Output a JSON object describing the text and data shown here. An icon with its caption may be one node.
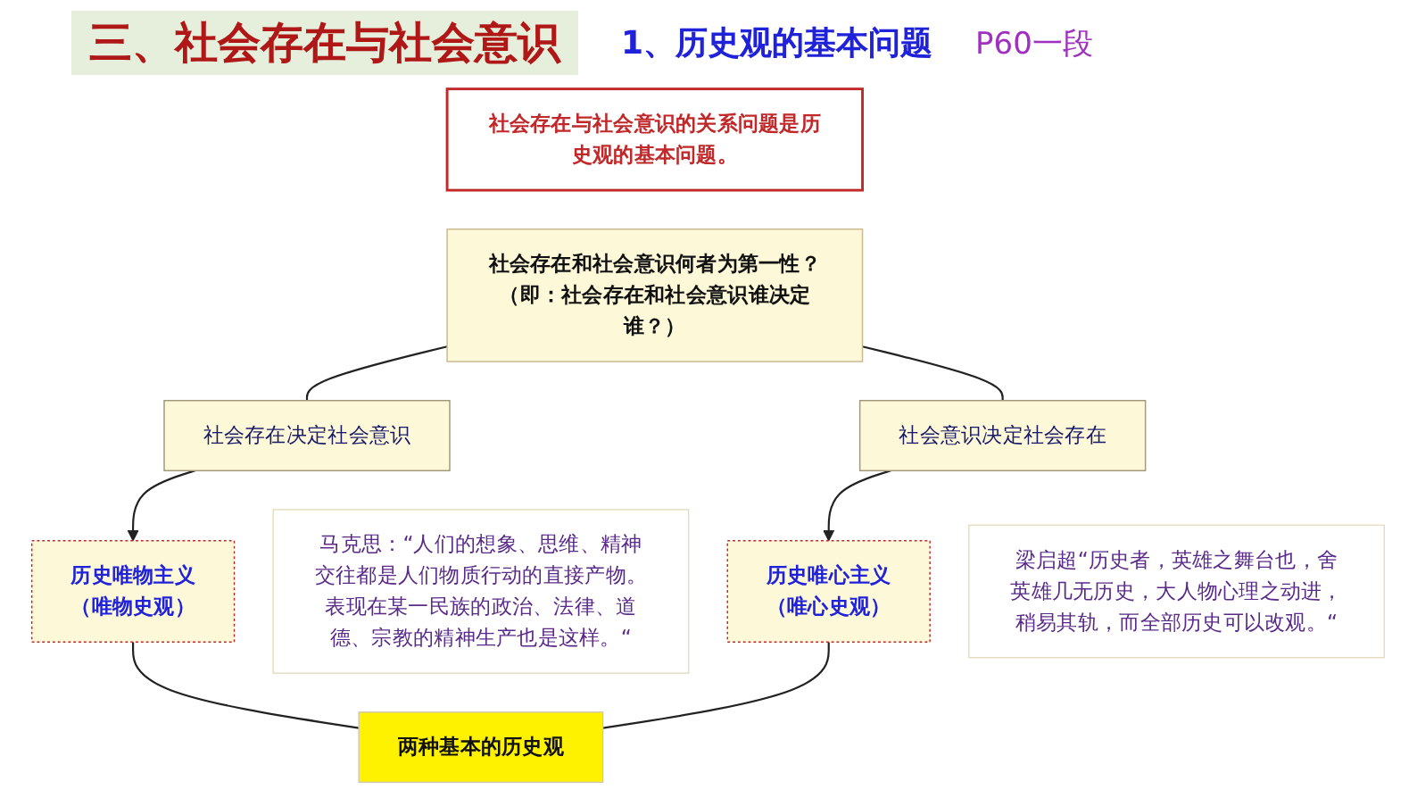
{
  "diagram": {
    "title": "三、社会存在与社会意识",
    "nodes": [
      {
        "text": [
          "社会存在与社会意识的关系问题是历史观的基本问题。"
        ]
      },
      {
        "text": [
          "社会存在和社会意识何者为第一性？",
          "（即：社会存在和社会意识谁决定谁？）"
        ]
      },
      {
        "text": [
          "社会存在决定社会意识"
        ]
      },
      {
        "text": [
          "社会意识决定社会存在"
        ]
      },
      {
        "text": [
          "马克思：“人们的想象、思维、精神交往都是人们物质行动的直接产物。表现在某一民族的政治、法律、道德、宗教的精神生产也是这样。“"
        ]
      },
      {
        "text": [
          "梁启超“历史者，英雄之舞台也，舍英雄几无历史，大人物心理之动进，稍易其轨，而全部历史可以改观。“"
        ]
      },
      {
        "text": [
          "历史唯物主义",
          "（唯物史观）"
        ]
      },
      {
        "text": [
          "历史唯心主义",
          "（唯心史观）"
        ]
      },
      {
        "text": [
          "两种基本的历史观"
        ]
      }
    ],
    "edges": [
      {
        "from": 1,
        "to": 2,
        "arrow": "none"
      },
      {
        "from": 1,
        "to": 3,
        "arrow": "none"
      },
      {
        "from": 2,
        "to": 6,
        "arrow": "to"
      },
      {
        "from": 3,
        "to": 7,
        "arrow": "to"
      },
      {
        "from": 6,
        "to": 8,
        "arrow": "none"
      },
      {
        "from": 7,
        "to": 8,
        "arrow": "none"
      }
    ],
    "labels": [
      "1、历史观的基本问题",
      "P60一段"
    ]
  }
}
